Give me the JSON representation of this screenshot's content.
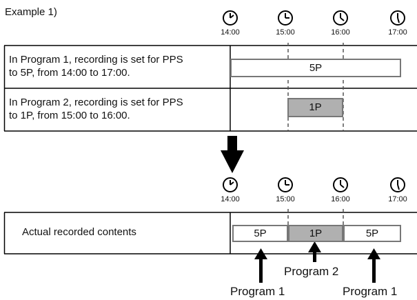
{
  "example_title": "Example 1)",
  "timeline_times": [
    "14:00",
    "15:00",
    "16:00",
    "17:00"
  ],
  "programs": [
    {
      "description_lines": [
        "In Program 1, recording is set for PPS",
        "to 5P,  from 14:00 to 17:00."
      ],
      "bar_label": "5P"
    },
    {
      "description_lines": [
        "In Program 2, recording is set for PPS",
        "to 1P, from 15:00 to 16:00."
      ],
      "bar_label": "1P"
    }
  ],
  "result": {
    "row_label": "Actual recorded contents",
    "segments": [
      {
        "label": "5P",
        "shaded": false
      },
      {
        "label": "1P",
        "shaded": true
      },
      {
        "label": "5P",
        "shaded": false
      }
    ],
    "annotations": [
      "Program 1",
      "Program 2",
      "Program 1"
    ]
  },
  "colors": {
    "line": "#000000",
    "bar_border": "#777777",
    "shaded": "#b0b0b0",
    "dashes": "#555555"
  }
}
